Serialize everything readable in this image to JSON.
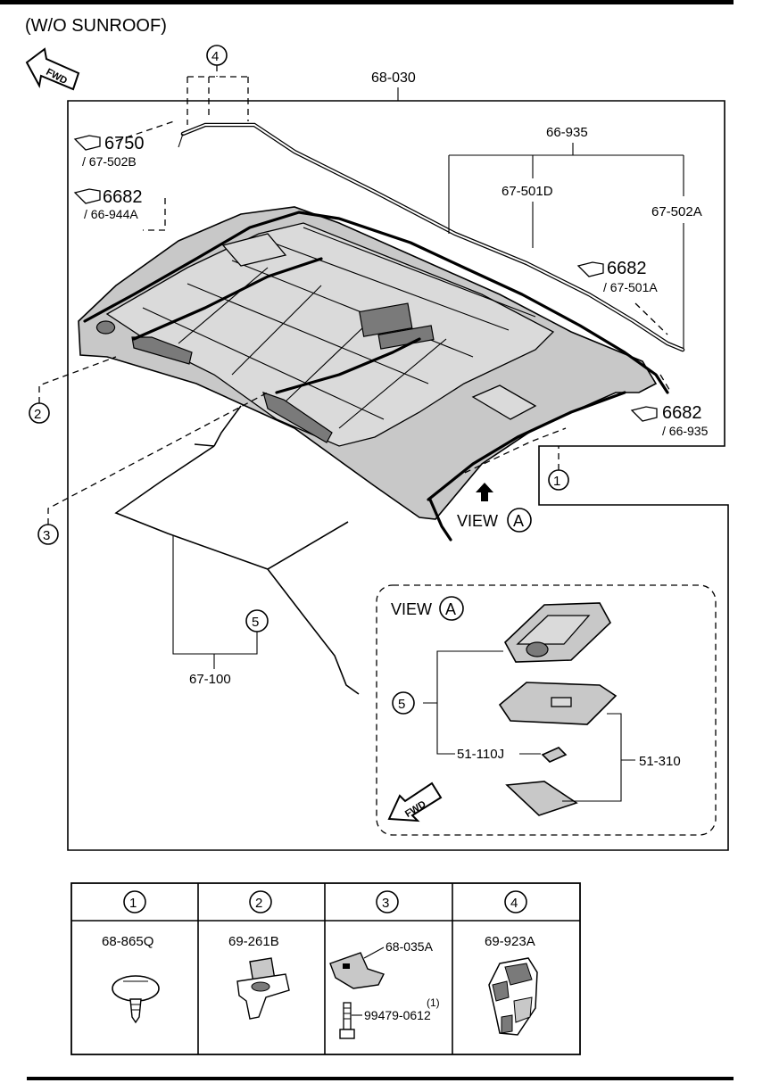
{
  "title": "(W/O SUNROOF)",
  "fwd_label": "FWD",
  "view_label": "VIEW",
  "view_letter": "A",
  "parts": {
    "main": "68-030",
    "harness_assy": "66-935",
    "harness_a": "67-501D",
    "harness_b": "67-502A",
    "item5_group": "67-100",
    "bulb": "51-110J",
    "lens": "51-310"
  },
  "references": [
    {
      "ref": "6750",
      "sub": "/ 67-502B"
    },
    {
      "ref": "6682",
      "sub": "/ 66-944A"
    },
    {
      "ref": "6682",
      "sub": "/ 67-501A"
    },
    {
      "ref": "6682",
      "sub": "/ 66-935"
    }
  ],
  "callouts": [
    "1",
    "2",
    "3",
    "4",
    "5"
  ],
  "legend": [
    {
      "num": "1",
      "part": "68-865Q"
    },
    {
      "num": "2",
      "part": "69-261B"
    },
    {
      "num": "3",
      "part": "68-035A",
      "part2": "99479-0612",
      "qty": "(1)"
    },
    {
      "num": "4",
      "part": "69-923A"
    }
  ]
}
